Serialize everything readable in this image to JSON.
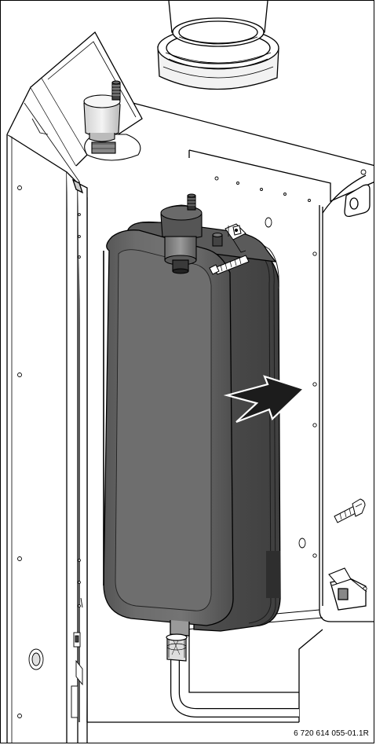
{
  "figure": {
    "reference_code": "6 720 614 055-01.1R",
    "colors": {
      "line": "#000000",
      "panel": "#ffffff",
      "shadow": "#e3e3e3",
      "tank_dark": "#585858",
      "tank_mid": "#6e6e6e",
      "tank_light": "#8a8a8a",
      "metal": "#c8c8c8"
    },
    "components": [
      "expansion-vessel",
      "automatic-air-vent",
      "flue-connector",
      "removal-arrow",
      "fixing-screw",
      "pipe-union",
      "side-panel",
      "rear-frame"
    ]
  }
}
